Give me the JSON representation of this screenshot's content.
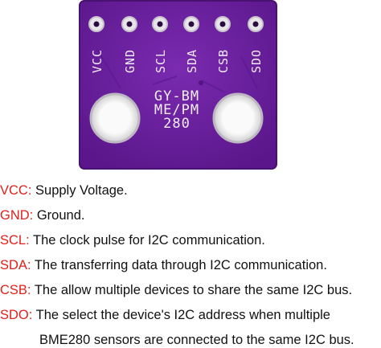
{
  "board": {
    "pins": [
      "VCC",
      "GND",
      "SCL",
      "SDA",
      "CSB",
      "SDO"
    ],
    "silkscreen": [
      "GY-BM",
      "ME/PM",
      "280"
    ],
    "colors": {
      "pcb": "#6b1e9c",
      "pcb_edge": "#4a1270",
      "pad": "#e9e6ea",
      "silk": "#f3eef7"
    }
  },
  "pins_desc": [
    {
      "pin": "VCC",
      "sep": ":",
      "text": " Supply Voltage."
    },
    {
      "pin": "GND",
      "sep": ":",
      "text": " Ground."
    },
    {
      "pin": "SCL",
      "sep": ":",
      "text": " The clock pulse for I2C communication."
    },
    {
      "pin": "SDA",
      "sep": ":",
      "text": " The transferring data through I2C communication."
    },
    {
      "pin": "CSB",
      "sep": ":",
      "text": " The allow multiple devices to share the same I2C bus."
    },
    {
      "pin": "SDO",
      "sep": ":",
      "text": " The select the device's I2C address when multiple"
    }
  ],
  "continuation": "BME280 sensors are connected to the same I2C bus.",
  "colors": {
    "key": "#e0201c",
    "text": "#111111"
  }
}
